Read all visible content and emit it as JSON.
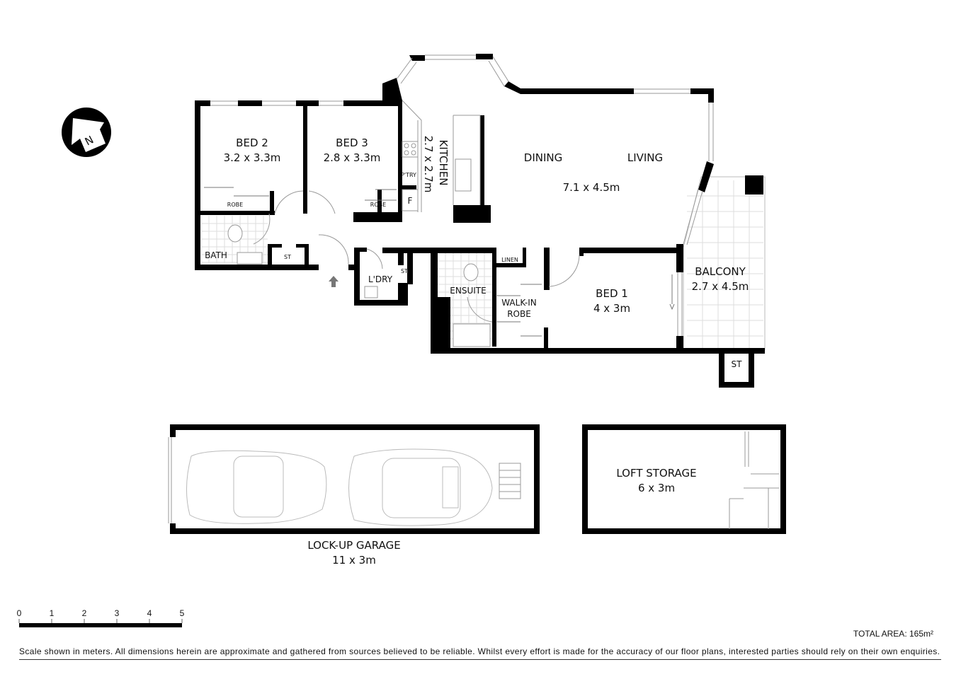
{
  "rooms": {
    "bed2": {
      "name": "BED 2",
      "size": "3.2 x 3.3m"
    },
    "bed3": {
      "name": "BED 3",
      "size": "2.8 x 3.3m"
    },
    "kitchen": {
      "name": "KITCHEN",
      "size": "2.7 x 2.7m"
    },
    "dining": {
      "name": "DINING"
    },
    "living": {
      "name": "LIVING",
      "size": "7.1 x 4.5m"
    },
    "balcony": {
      "name": "BALCONY",
      "size": "2.7 x 4.5m"
    },
    "bed1": {
      "name": "BED 1",
      "size": "4 x 3m"
    },
    "ensuite": {
      "name": "ENSUITE"
    },
    "walkin": {
      "name_line1": "WALK-IN",
      "name_line2": "ROBE"
    },
    "linen": {
      "name": "LINEN"
    },
    "laundry": {
      "name": "L'DRY"
    },
    "bath": {
      "name": "BATH"
    },
    "robe2": {
      "name": "ROBE"
    },
    "robe3": {
      "name": "ROBE"
    },
    "pantry": {
      "name": "P'TRY"
    },
    "fridge": {
      "name": "F"
    },
    "st_hall": {
      "name": "ST"
    },
    "st_laundry": {
      "name": "ST"
    },
    "st_balcony": {
      "name": "ST"
    },
    "garage": {
      "name": "LOCK-UP GARAGE",
      "size": "11 x 3m"
    },
    "loft": {
      "name": "LOFT STORAGE",
      "size": "6 x 3m"
    }
  },
  "compass": {
    "label": "N",
    "icon": "north-arrow-icon"
  },
  "entry": {
    "icon": "entry-arrow-icon"
  },
  "scale": {
    "ticks": [
      "0",
      "1",
      "2",
      "3",
      "4",
      "5"
    ],
    "unit": "meters"
  },
  "total_area": "TOTAL AREA:  165m²",
  "disclaimer": "Scale shown in meters. All dimensions herein are approximate and gathered from sources believed to be  reliable. Whilst every effort is made for the accuracy of our floor plans, interested parties should rely on their own enquiries."
}
